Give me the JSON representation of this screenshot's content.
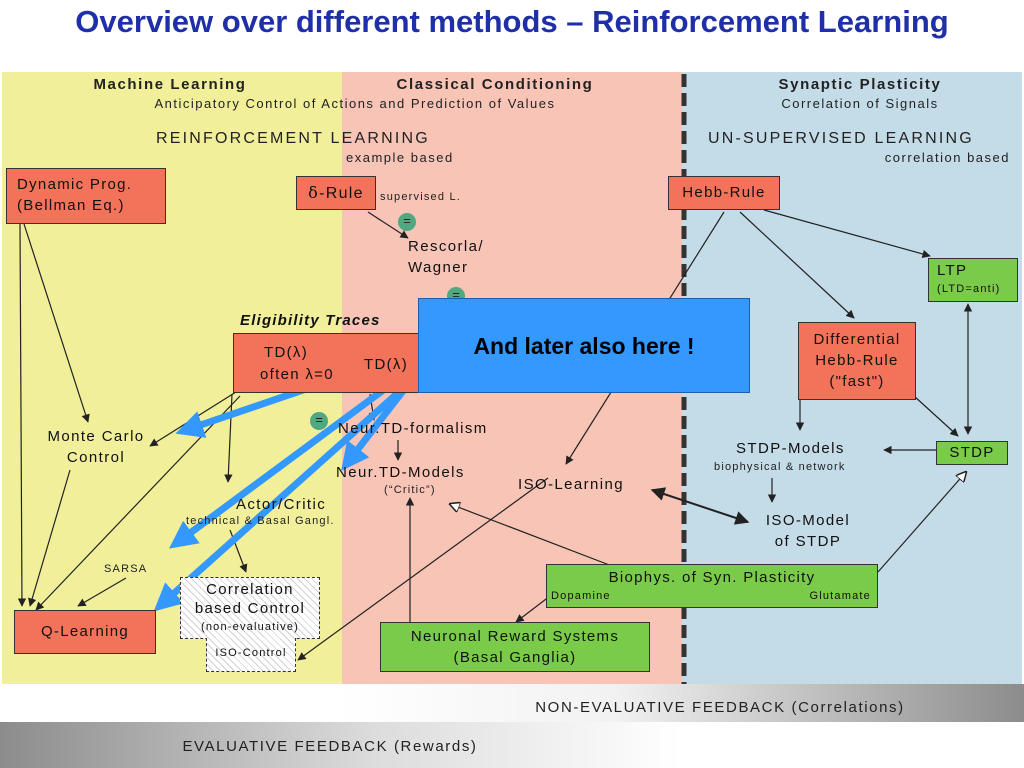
{
  "title": "Overview over different methods – Reinforcement Learning",
  "colors": {
    "title_blue": "#1f2fa8",
    "zone_ml": "#f1ef9a",
    "zone_cc": "#f7c4b6",
    "zone_sp": "#c4dbe8",
    "box_red": "#f2735a",
    "box_green": "#7acb4a",
    "callout_blue": "#3399ff",
    "arrow_blue": "#3399ff"
  },
  "columns": {
    "machine_learning": {
      "title": "Machine Learning",
      "subtitle": "Anticipatory Control of Actions and Prediction of Values"
    },
    "classical_conditioning": {
      "title": "Classical Conditioning"
    },
    "synaptic_plasticity": {
      "title": "Synaptic Plasticity",
      "subtitle": "Correlation of Signals"
    }
  },
  "sections": {
    "reinforcement": {
      "title": "REINFORCEMENT LEARNING",
      "subtitle": "example based"
    },
    "unsupervised": {
      "title": "UN-SUPERVISED LEARNING",
      "subtitle": "correlation based"
    }
  },
  "nodes": {
    "dynamic_prog": {
      "line1": "Dynamic Prog.",
      "line2": "(Bellman Eq.)"
    },
    "delta_rule": {
      "symbol": "δ",
      "label": "-Rule",
      "note": "supervised L."
    },
    "rescorla": {
      "line1": "Rescorla/",
      "line2": "Wagner"
    },
    "hebb_rule": {
      "label": "Hebb-Rule"
    },
    "ltp": {
      "line1": "LTP",
      "line2": "(LTD=anti)"
    },
    "eligibility": {
      "label": "Eligibility Traces"
    },
    "td_lambda": {
      "line1": "TD(λ)",
      "line2": "often λ=0"
    },
    "td_partial": {
      "label": "TD(λ)"
    },
    "differential_hebb": {
      "line1": "Differential",
      "line2": "Hebb-Rule",
      "line3": "(\"fast\")"
    },
    "monte_carlo": {
      "line1": "Monte Carlo",
      "line2": "Control"
    },
    "neur_td_formalism": {
      "label": "Neur.TD-formalism"
    },
    "neur_td_models": {
      "label": "Neur.TD-Models",
      "note": "(“Critic”)"
    },
    "stdp_models": {
      "label": "STDP-Models",
      "note": "biophysical & network"
    },
    "stdp": {
      "label": "STDP"
    },
    "iso_learning": {
      "label": "ISO-Learning"
    },
    "actor_critic": {
      "label": "Actor/Critic",
      "note": "technical & Basal Gangl."
    },
    "iso_model": {
      "line1": "ISO-Model",
      "line2": "of STDP"
    },
    "sarsa": {
      "label": "SARSA"
    },
    "correlation_control": {
      "line1": "Correlation",
      "line2": "based Control",
      "line3": "(non-evaluative)",
      "line4": "ISO-Control"
    },
    "biophys": {
      "label": "Biophys. of Syn. Plasticity",
      "left": "Dopamine",
      "right": "Glutamate"
    },
    "q_learning": {
      "label": "Q-Learning"
    },
    "neuronal_reward": {
      "line1": "Neuronal Reward Systems",
      "line2": "(Basal Ganglia)"
    }
  },
  "equals_symbol": "=",
  "callout": {
    "text": "And later also here !"
  },
  "feedback": {
    "non_evaluative": "NON-EVALUATIVE FEEDBACK (Correlations)",
    "evaluative": "EVALUATIVE FEEDBACK (Rewards)"
  }
}
